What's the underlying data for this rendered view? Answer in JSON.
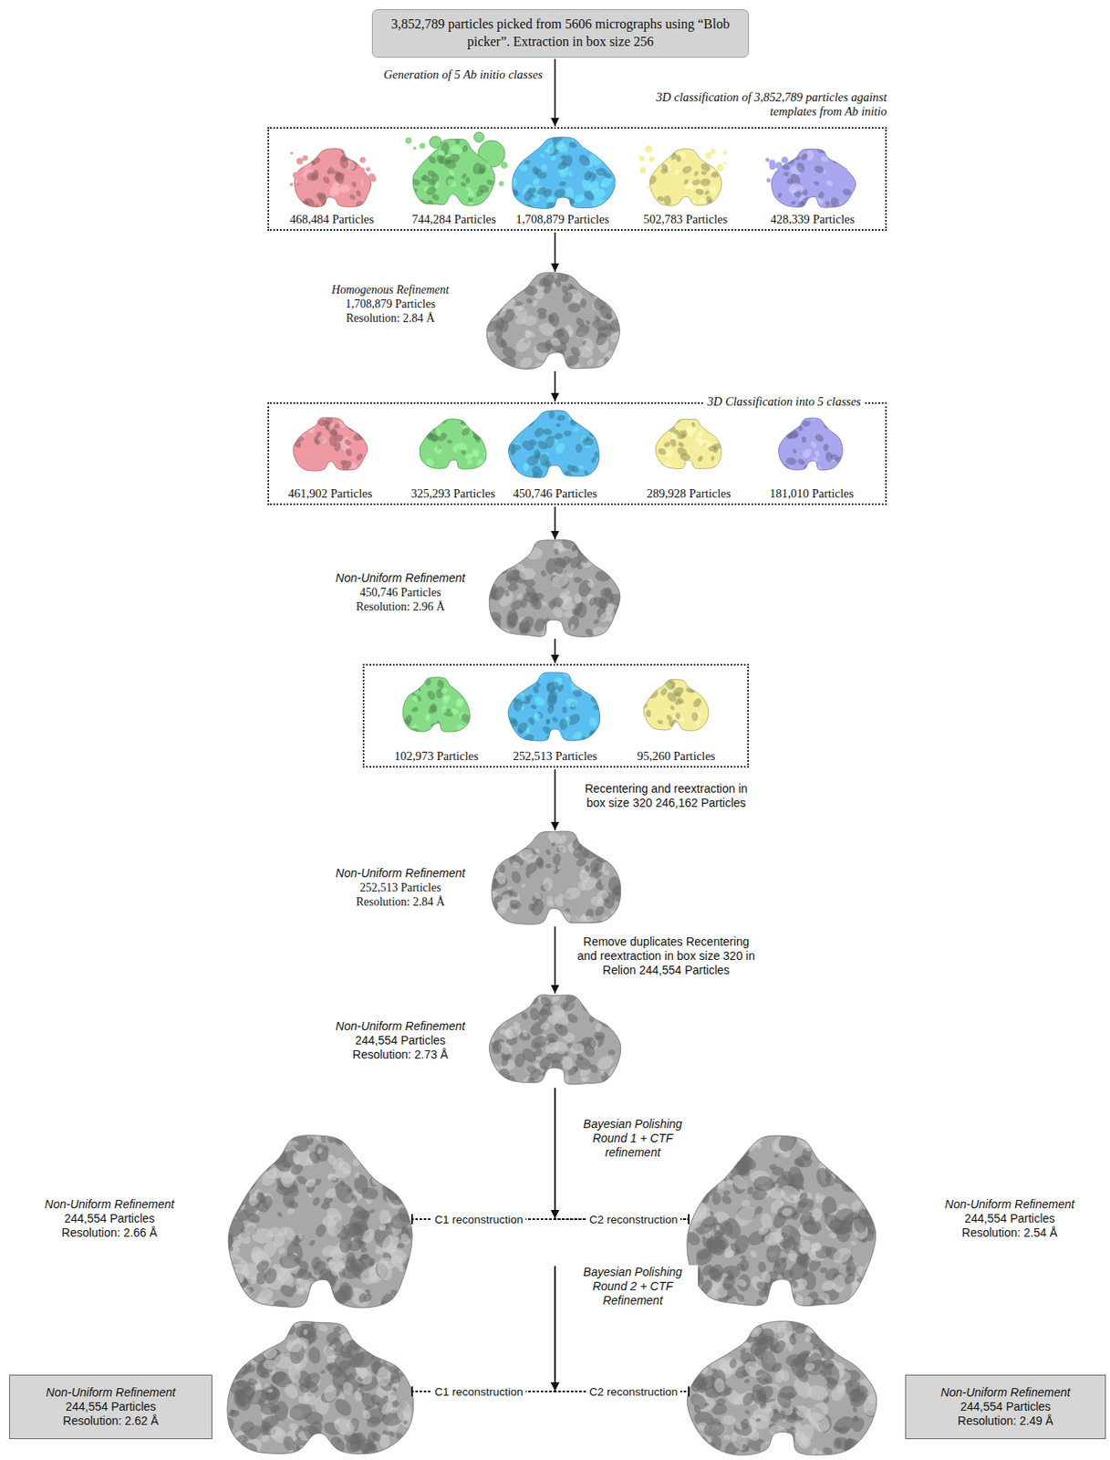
{
  "diagram": {
    "nodes": [
      {
        "text": [
          "3,852,789 particles picked from 5606 micrographs using “Blob picker”. Extraction in box size 256"
        ]
      },
      {
        "text": [
          "3D classification of 3,852,789 particles against templates from Ab initio"
        ]
      },
      {
        "text": [
          "468,484 Particles"
        ],
        "in": 1
      },
      {
        "text": [
          "744,284 Particles"
        ],
        "in": 1
      },
      {
        "text": [
          "1,708,879 Particles"
        ],
        "in": 1
      },
      {
        "text": [
          "502,783 Particles"
        ],
        "in": 1
      },
      {
        "text": [
          "428,339 Particles"
        ],
        "in": 1
      },
      {
        "text": [
          "Homogenous Refinement",
          "1,708,879 Particles",
          "Resolution: 2.84 Å"
        ]
      },
      {
        "text": [
          "3D Classification into 5 classes"
        ]
      },
      {
        "text": [
          "461,902 Particles"
        ],
        "in": 8
      },
      {
        "text": [
          "325,293 Particles"
        ],
        "in": 8
      },
      {
        "text": [
          "450,746 Particles"
        ],
        "in": 8
      },
      {
        "text": [
          "289,928 Particles"
        ],
        "in": 8
      },
      {
        "text": [
          "181,010 Particles"
        ],
        "in": 8
      },
      {
        "text": [
          "Non-Uniform Refinement",
          "450,746 Particles",
          "Resolution: 2.96 Å"
        ]
      },
      {
        "text": []
      },
      {
        "text": [
          "102,973 Particles"
        ],
        "in": 15
      },
      {
        "text": [
          "252,513 Particles"
        ],
        "in": 15
      },
      {
        "text": [
          "95,260 Particles"
        ],
        "in": 15
      },
      {
        "text": [
          "Non-Uniform Refinement",
          "252,513 Particles",
          "Resolution: 2.84 Å"
        ]
      },
      {
        "text": [
          "Non-Uniform Refinement",
          "244,554 Particles",
          "Resolution: 2.73 Å"
        ]
      },
      {
        "text": [
          "Non-Uniform Refinement",
          "244,554 Particles",
          "Resolution: 2.66 Å"
        ]
      },
      {
        "text": [
          "Non-Uniform Refinement",
          "244,554 Particles",
          "Resolution: 2.54 Å"
        ]
      },
      {
        "text": [
          "Non-Uniform Refinement",
          "244,554 Particles",
          "Resolution: 2.62 Å"
        ]
      },
      {
        "text": [
          "Non-Uniform Refinement",
          "244,554 Particles",
          "Resolution: 2.49 Å"
        ]
      }
    ],
    "edges": [
      {
        "from": 0,
        "to": 1,
        "arrow": "to",
        "label": "Generation of 5 Ab initio classes"
      },
      {
        "from": 1,
        "to": 7,
        "arrow": "to"
      },
      {
        "from": 7,
        "to": 8,
        "arrow": "to"
      },
      {
        "from": 8,
        "to": 14,
        "arrow": "to"
      },
      {
        "from": 14,
        "to": 15,
        "arrow": "to"
      },
      {
        "from": 15,
        "to": 19,
        "arrow": "to",
        "label": "Recentering and reextraction in box size 320 246,162 Particles"
      },
      {
        "from": 19,
        "to": 20,
        "arrow": "to",
        "label": "Remove duplicates Recentering and reextraction in box size 320 in Relion 244,554 Particles"
      },
      {
        "from": 20,
        "to": 21,
        "arrow": "to",
        "label": "C1 reconstruction"
      },
      {
        "from": 20,
        "to": 22,
        "arrow": "to",
        "label": "C2 reconstruction"
      },
      {
        "from": 21,
        "to": 23,
        "arrow": "to",
        "label": "C1 reconstruction"
      },
      {
        "from": 22,
        "to": 24,
        "arrow": "to",
        "label": "C2 reconstruction"
      },
      {
        "from": 21,
        "to": 24,
        "arrow": "to"
      },
      {
        "from": 22,
        "to": 23,
        "arrow": "to"
      }
    ],
    "labels": [
      "Bayesian Polishing Round 1 + CTF refinement",
      "Bayesian Polishing Round 2 + CTF Refinement"
    ]
  }
}
